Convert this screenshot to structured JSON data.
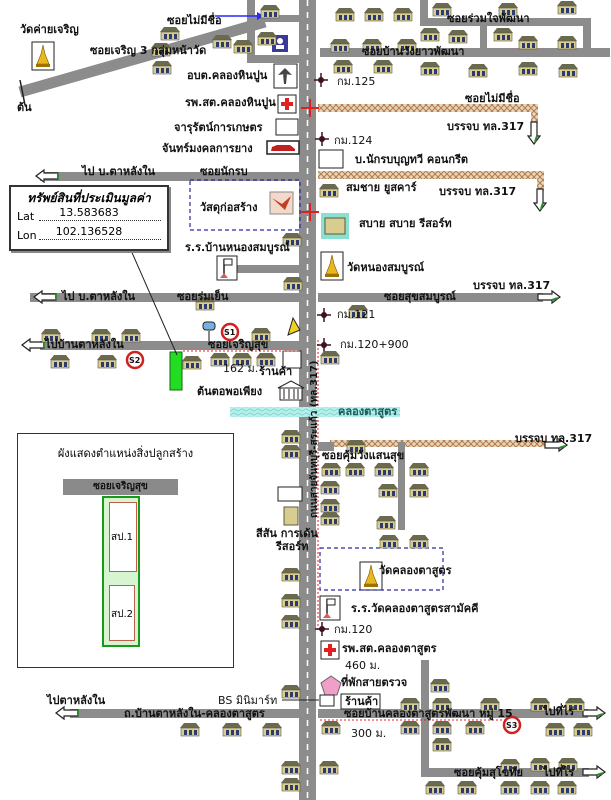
{
  "map_title": "แผนที่ตั้งทรัพย์สิน",
  "main_road": "ถนนสายจันทบุรี-สระแก้ว (ทล.317)",
  "property": {
    "title": "ทรัพย์สินที่ประเมินมูลค่า",
    "lat_label": "Lat",
    "lat": "13.583683",
    "lon_label": "Lon",
    "lon": "102.136528"
  },
  "legend": {
    "title": "ผังแสดงตำแหน่งสิ่งปลูกสร้าง",
    "road": "ซอยเจริญสุข",
    "buildings": [
      "สป.1",
      "สป.2"
    ]
  },
  "roads": {
    "charoen3": "ซอยเจริญ 3 กลุ่มหน้าวัด",
    "no_name_top": "ซอยไม่มีชื่อ",
    "ruamjai": "ซอยร่วมใจพัฒนา",
    "wangyao": "ซอยบ้านวังยาวพัฒนา",
    "no_name_dirt": "ซอยไม่มีชื่อ",
    "nakrob": "ซอยนักรบ",
    "romyen": "ซอยร่มเย็น",
    "suksomboon": "ซอยสุขสมบูรณ์",
    "charoensuk": "ซอยเจริญสุข",
    "khumwang": "ซอยคุ้มวังแสนสุข",
    "taklang_road": "ถ.บ้านตาหลังใน-คลองตาสูตร",
    "khlongtasut_moo15": "ซอยบ้านคลองตาสูตรพัฒนา หมู่ 15",
    "khumsukhothai": "ซอยคุ้มสุโขทัย"
  },
  "directions": {
    "to_taklang_1": "ไป บ.ตาหลังใน",
    "to_taklang_2": "ไป บ.ตาหลังใน",
    "to_taklang_3": "ไปบ้านตาหลังใน",
    "to_taklang_4": "ไปตาหลังใน",
    "join_317_a": "บรรจบ ทล.317",
    "join_317_b": "บรรจบ ทล.317",
    "join_317_c": "บรรจบ ทล.317",
    "join_317_d": "บรรจบ ทล.317",
    "to_farm_1": "ไปที่ไร่",
    "to_farm_2": "ไปที่ไร่",
    "ton": "ต้น"
  },
  "km_markers": [
    "กม.125",
    "กม.124",
    "กม.121",
    "กม.120+900",
    "กม.120"
  ],
  "places": {
    "wat_khaicharoen": "วัดค่ายเจริญ",
    "obt": "อบต.คลองหินปูน",
    "hospital_hinpun": "รพ.สต.คลองหินปูน",
    "jarurat": "จารุรัตน์การเกษตร",
    "chanmongkol": "จันทร์มงคลการยาง",
    "nakrob_concrete": "บ.นักรบบุญทวี คอนกรีต",
    "construction": "วัสดุก่อสร้าง",
    "somchai": "สมชาย ยูสคาร์",
    "sabai": "สบาย สบาย รีสอร์ท",
    "school_nongsomboon": "ร.ร.บ้านหนองสมบูรณ์",
    "wat_nongsomboon": "วัดหนองสมบูรณ์",
    "shop_1": "ร้านค้า",
    "distance_1": "162 ม.",
    "ton_tor": "ต้นตอพอเพียง",
    "canal": "คลองตาสูตร",
    "sisan": "สีสัน การเด้น",
    "sisan2": "รีสอร์ท",
    "wat_khlongtasut": "วัดคลองตาสูตร",
    "school_khlongtasut": "ร.ร.วัดคลองตาสูตรสามัคคี",
    "hospital_khlongtasut": "รพ.สต.คลองตาสูตร",
    "distance_2": "460 ม.",
    "checkpoint": "ที่พักสายตรวจ",
    "bs_minimart": "BS มินิมาร์ท",
    "shop_2": "ร้านค้า",
    "distance_3": "300 ม."
  },
  "signs": [
    "S1",
    "S2",
    "S3"
  ],
  "colors": {
    "road": "#8c8c8c",
    "dirt_road": "#c8a882",
    "property": "#22dd22",
    "boundary": "#2a2aa0",
    "canal": "#a8ece8",
    "marker_red": "#e02020"
  }
}
